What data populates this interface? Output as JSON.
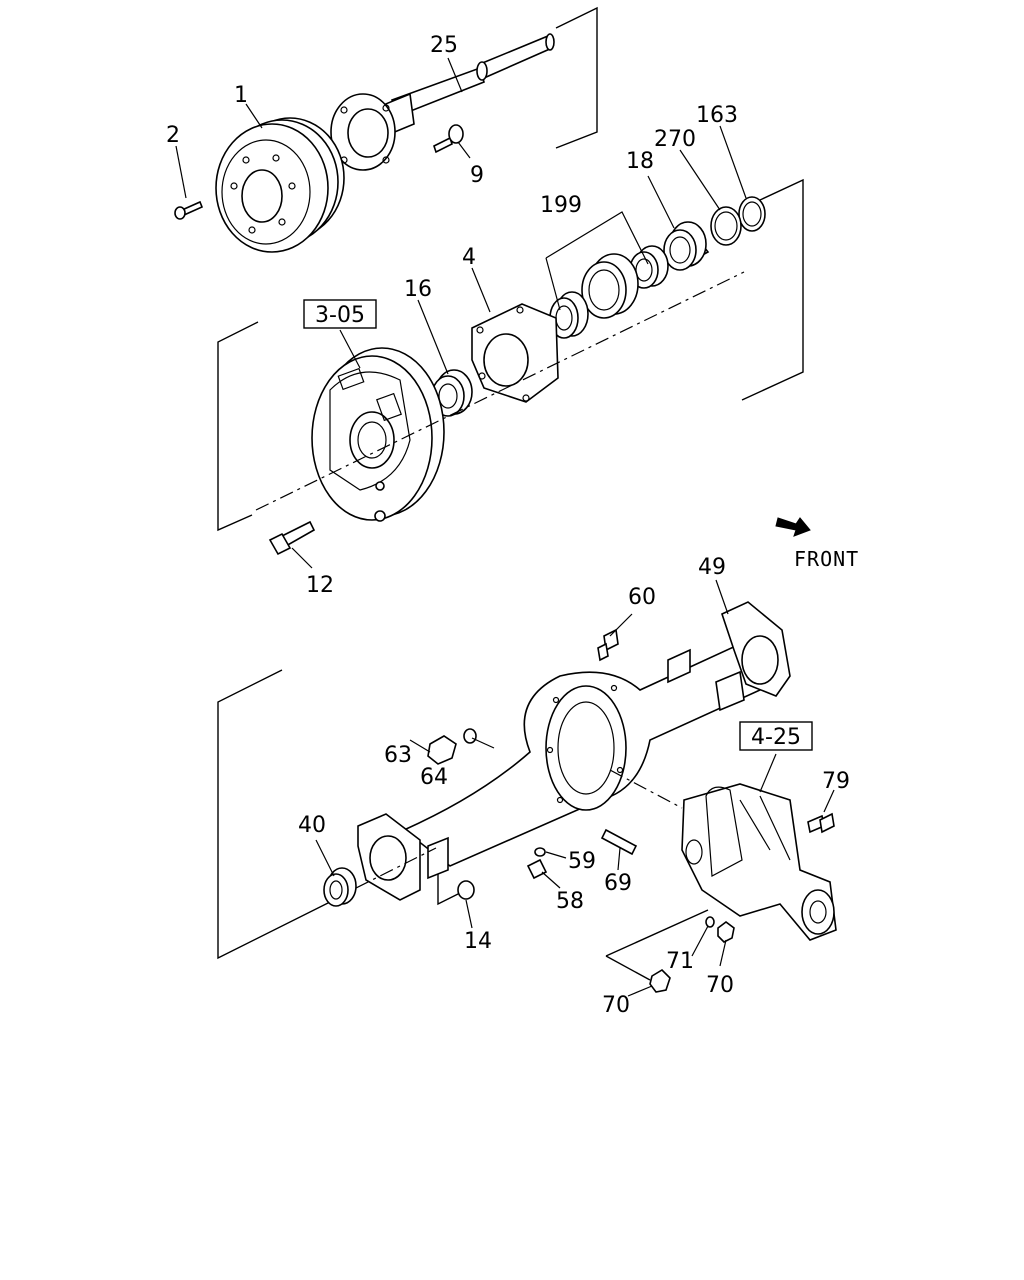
{
  "diagram": {
    "front_label": "FRONT",
    "ref_boxes": {
      "brake": "3-05",
      "diff": "4-25"
    },
    "labels": {
      "p25": "25",
      "p1": "1",
      "p2": "2",
      "p9": "9",
      "p163": "163",
      "p270": "270",
      "p18": "18",
      "p199": "199",
      "p4": "4",
      "p16": "16",
      "p12": "12",
      "p60": "60",
      "p49": "49",
      "p63": "63",
      "p64": "64",
      "p40": "40",
      "p79": "79",
      "p59": "59",
      "p69": "69",
      "p58": "58",
      "p14": "14",
      "p71": "71",
      "p70a": "70",
      "p70b": "70"
    }
  }
}
